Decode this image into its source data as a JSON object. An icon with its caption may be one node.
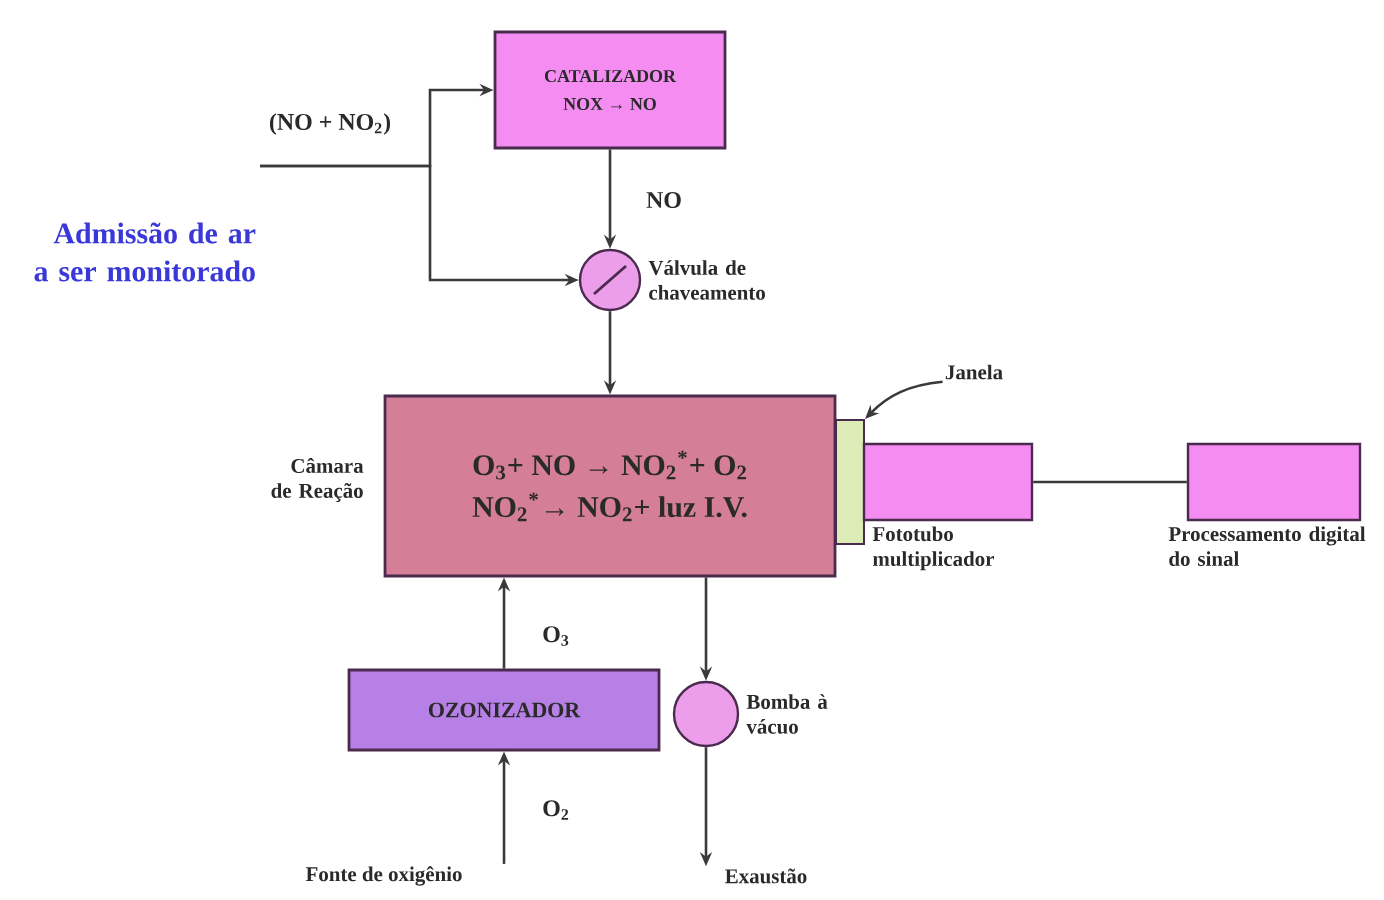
{
  "diagram": {
    "nodes": [
      {
        "text": [
          "CATALIZADOR",
          "NOX → NO"
        ]
      },
      {
        "text": [],
        "shape": "circle",
        "beside": [
          "Válvula de chaveamento"
        ]
      },
      {
        "text": [
          "Janela"
        ]
      },
      {
        "text": [
          "O$_{3}$+ NO → NO$_{2}$$^{*}$+ O$_{2}$",
          "NO$_{2}$$^{*}$→ NO$_{2}$+ luz I.V."
        ],
        "beside": [
          "Câmara de Reação"
        ]
      },
      {
        "text": [],
        "shape": "box"
      },
      {
        "text": [],
        "shape": "box",
        "beside": [
          "Fototubo multiplicador"
        ]
      },
      {
        "text": [],
        "shape": "box",
        "beside": [
          "Processamento digital do sinal"
        ]
      },
      {
        "text": [
          "OZONIZADOR"
        ]
      },
      {
        "text": [],
        "shape": "circle",
        "beside": [
          "Bomba à vácuo"
        ]
      },
      {
        "text": [
          "Fonte de oxigênio"
        ]
      },
      {
        "text": [
          "Exaustão"
        ]
      }
    ],
    "edges": [
      {
        "from": null,
        "to": 0,
        "arrow": "to",
        "label": "(NO + NO$_{2}$)"
      },
      {
        "from": null,
        "to": 1,
        "arrow": "to"
      },
      {
        "from": 0,
        "to": 1,
        "arrow": "to",
        "label": "NO"
      },
      {
        "from": 1,
        "to": 3,
        "arrow": "to"
      },
      {
        "from": 2,
        "to": 4,
        "arrow": "to"
      },
      {
        "from": 5,
        "to": 6,
        "arrow": "none"
      },
      {
        "from": 7,
        "to": 3,
        "arrow": "to",
        "label": "O$_{3}$"
      },
      {
        "from": 9,
        "to": 7,
        "arrow": "to",
        "label": "O$_{2}$"
      },
      {
        "from": 3,
        "to": 8,
        "arrow": "to"
      },
      {
        "from": 8,
        "to": 10,
        "arrow": "to"
      }
    ],
    "labels": [
      "Admissão de ar a ser monitorado"
    ]
  }
}
